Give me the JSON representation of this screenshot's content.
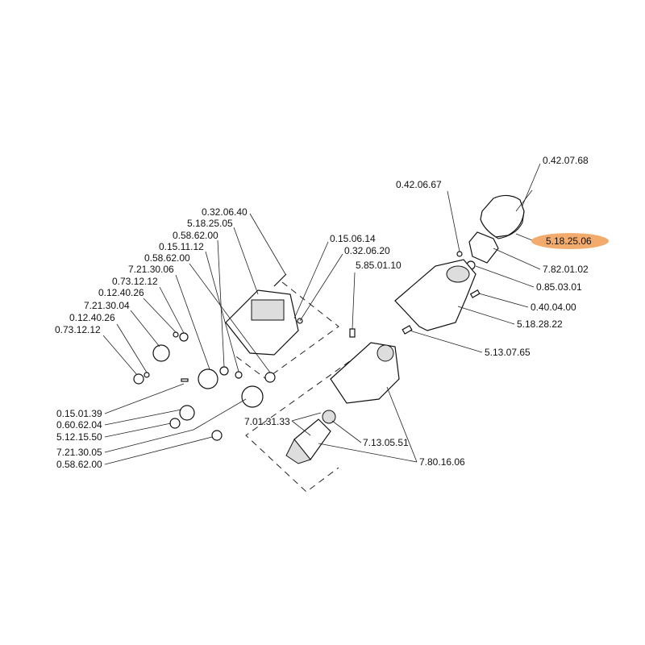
{
  "highlight_color": "#f2ab6d",
  "highlighted_part": "5.18.25.06",
  "labels": {
    "p0420768": "0.42.07.68",
    "p0420667": "0.42.06.67",
    "p5182506": "5.18.25.06",
    "p7820102": "7.82.01.02",
    "p0850301": "0.85.03.01",
    "p0400400": "0.40.04.00",
    "p5182822": "5.18.28.22",
    "p5130765": "5.13.07.65",
    "p7130551": "7.13.05.51",
    "p7801606": "7.80.16.06",
    "p7013133": "7.01.31.33",
    "p0150614": "0.15.06.14",
    "p0320620": "0.32.06.20",
    "p5850110": "5.85.01.10",
    "p0320640": "0.32.06.40",
    "p5182505": "5.18.25.05",
    "p0586200a": "0.58.62.00",
    "p0151112": "0.15.11.12",
    "p0586200b": "0.58.62.00",
    "p7213006": "7.21.30.06",
    "p0731212a": "0.73.12.12",
    "p0124026a": "0.12.40.26",
    "p7213004": "7.21.30.04",
    "p0124026b": "0.12.40.26",
    "p0731212b": "0.73.12.12",
    "p0150139": "0.15.01.39",
    "p0606204": "0.60.62.04",
    "p5121550": "5.12.15.50",
    "p7213005": "7.21.30.05",
    "p0586200c": "0.58.62.00"
  }
}
